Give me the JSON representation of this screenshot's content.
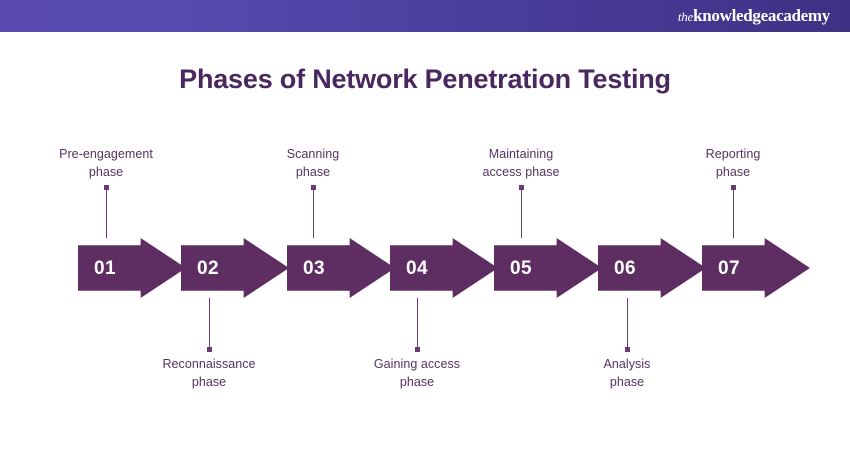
{
  "header": {
    "brand_prefix": "the",
    "brand_name": "knowledgeacademy",
    "gradient_from": "#5a4bb0",
    "gradient_to": "#3e3184"
  },
  "title": "Phases of Network Penetration Testing",
  "colors": {
    "title": "#49275f",
    "arrow": "#5e2e63",
    "arrow_number": "#ffffff",
    "label": "#56325f",
    "connector": "#6c3b74",
    "background": "#ffffff"
  },
  "diagram": {
    "type": "process-flow",
    "phase_count": 7,
    "phases": [
      {
        "number": "01",
        "label_line1": "Pre-engagement",
        "label_line2": "phase",
        "position": "above"
      },
      {
        "number": "02",
        "label_line1": "Reconnaissance",
        "label_line2": "phase",
        "position": "below"
      },
      {
        "number": "03",
        "label_line1": "Scanning",
        "label_line2": "phase",
        "position": "above"
      },
      {
        "number": "04",
        "label_line1": "Gaining access",
        "label_line2": "phase",
        "position": "below"
      },
      {
        "number": "05",
        "label_line1": "Maintaining",
        "label_line2": "access phase",
        "position": "above"
      },
      {
        "number": "06",
        "label_line1": "Analysis",
        "label_line2": "phase",
        "position": "below"
      },
      {
        "number": "07",
        "label_line1": "Reporting",
        "label_line2": "phase",
        "position": "above"
      }
    ]
  }
}
